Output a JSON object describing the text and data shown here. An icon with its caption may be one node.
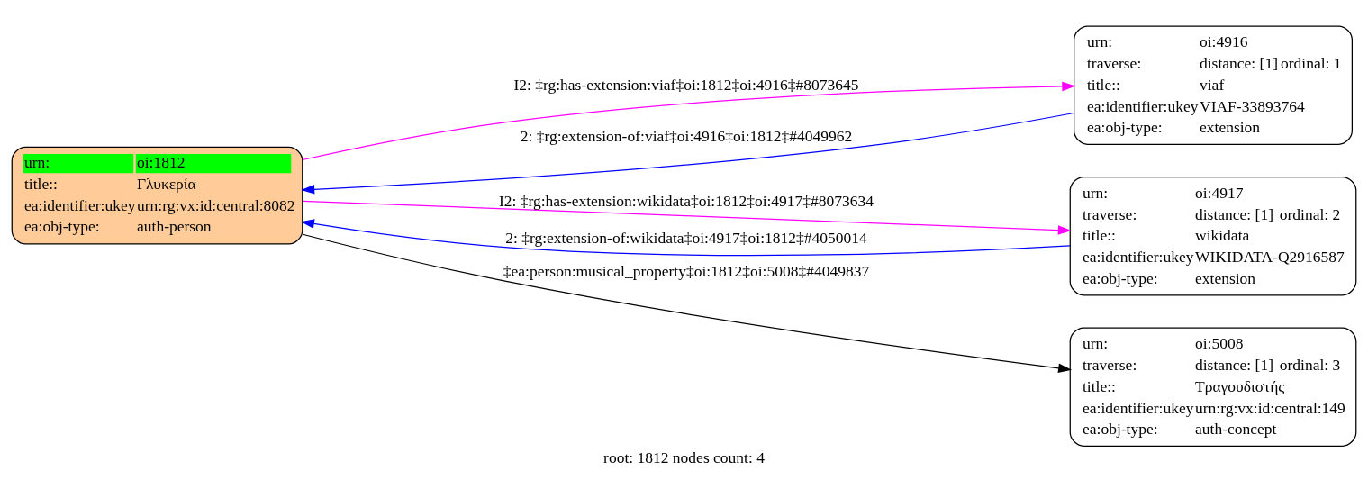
{
  "diagram": {
    "caption": "root: 1812 nodes count: 4",
    "nodes": [
      {
        "text": [
          "urn:",
          "oi:1812",
          "title::",
          "Γλυκερία",
          "ea:identifier:ukey",
          "urn:rg:vx:id:central:8082",
          "ea:obj-type:",
          "auth-person"
        ]
      },
      {
        "text": [
          "urn:",
          "oi:4916",
          "traverse:",
          "distance: [1]",
          "ordinal: 1",
          "title::",
          "viaf",
          "ea:identifier:ukey",
          "VIAF-33893764",
          "ea:obj-type:",
          "extension"
        ]
      },
      {
        "text": [
          "urn:",
          "oi:4917",
          "traverse:",
          "distance: [1]",
          "ordinal: 2",
          "title::",
          "wikidata",
          "ea:identifier:ukey",
          "WIKIDATA-Q2916587",
          "ea:obj-type:",
          "extension"
        ]
      },
      {
        "text": [
          "urn:",
          "oi:5008",
          "traverse:",
          "distance: [1]",
          "ordinal: 3",
          "title::",
          "Τραγουδιστής",
          "ea:identifier:ukey",
          "urn:rg:vx:id:central:149",
          "ea:obj-type:",
          "auth-concept"
        ]
      }
    ],
    "edges": [
      {
        "from": 0,
        "to": 1,
        "arrow": "to",
        "label": "I2: ‡rg:has-extension:viaf‡oi:1812‡oi:4916‡#8073645",
        "color": "#ff00ff"
      },
      {
        "from": 1,
        "to": 0,
        "arrow": "to",
        "label": "2: ‡rg:extension-of:viaf‡oi:4916‡oi:1812‡#4049962",
        "color": "#0000ff"
      },
      {
        "from": 0,
        "to": 2,
        "arrow": "to",
        "label": "I2: ‡rg:has-extension:wikidata‡oi:1812‡oi:4917‡#8073634",
        "color": "#ff00ff"
      },
      {
        "from": 2,
        "to": 0,
        "arrow": "to",
        "label": "2: ‡rg:extension-of:wikidata‡oi:4917‡oi:1812‡#4050014",
        "color": "#0000ff"
      },
      {
        "from": 0,
        "to": 3,
        "arrow": "to",
        "label": "‡ea:person:musical_property‡oi:1812‡oi:5008‡#4049837",
        "color": "#000000"
      }
    ]
  }
}
